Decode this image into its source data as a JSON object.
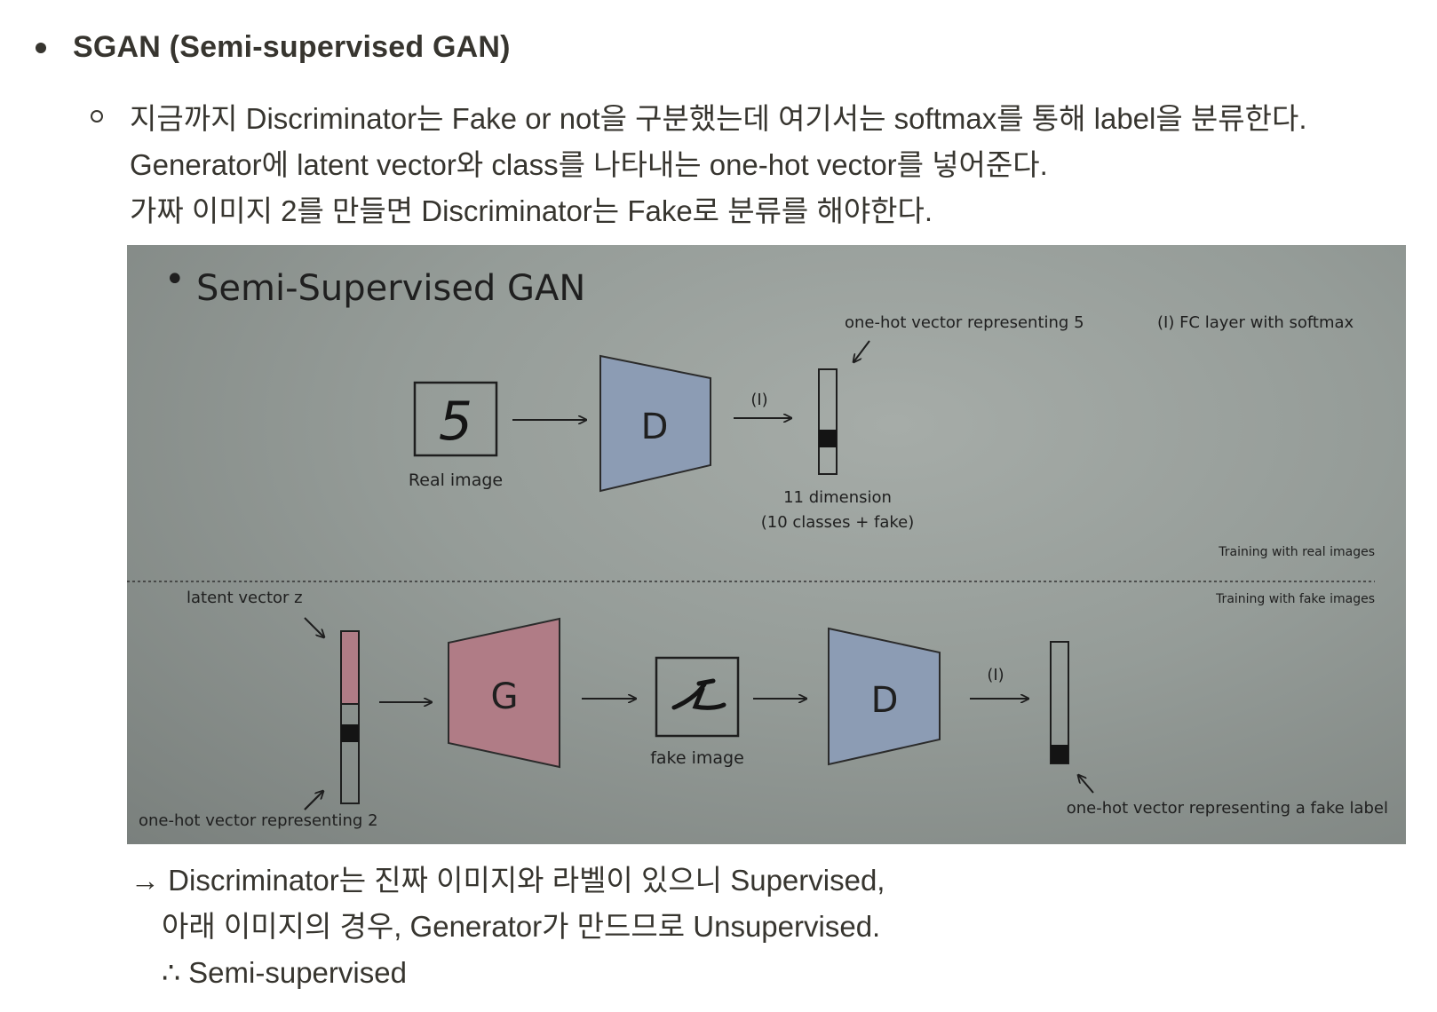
{
  "heading": "SGAN (Semi-supervised GAN)",
  "description": [
    "지금까지 Discriminator는 Fake or not을 구분했는데 여기서는 softmax를 통해 label을 분류한다.",
    "Generator에 latent vector와 class를 나타내는 one-hot vector를 넣어준다.",
    "가짜 이미지 2를 만들면 Discriminator는 Fake로 분류를 해야한다."
  ],
  "figure": {
    "title_bullet": "•",
    "title": "Semi-Supervised GAN",
    "top": {
      "real_digit": "5",
      "real_caption": "Real image",
      "d_label": "D",
      "arrow_label": "(I)",
      "onehot_caption": "one-hot vector representing 5",
      "fc_note": "(I) FC layer with softmax",
      "dim_caption_1": "11 dimension",
      "dim_caption_2": "(10 classes + fake)",
      "section_label": "Training with real images"
    },
    "bottom": {
      "section_label": "Training with fake images",
      "latent_caption": "latent vector z",
      "onehot2_caption": "one-hot vector representing 2",
      "g_label": "G",
      "fake_caption": "fake image",
      "d_label": "D",
      "arrow_label": "(I)",
      "fake_onehot_caption": "one-hot vector representing a fake label"
    }
  },
  "conclusion": [
    "→ Discriminator는 진짜 이미지와 라벨이 있으니 Supervised,",
    "아래 이미지의 경우, Generator가 만드므로 Unsupervised.",
    "∴ Semi-supervised"
  ],
  "colors": {
    "discriminator_fill": "#8c9cb4",
    "generator_fill": "#b07c86",
    "text": "#37352f"
  }
}
